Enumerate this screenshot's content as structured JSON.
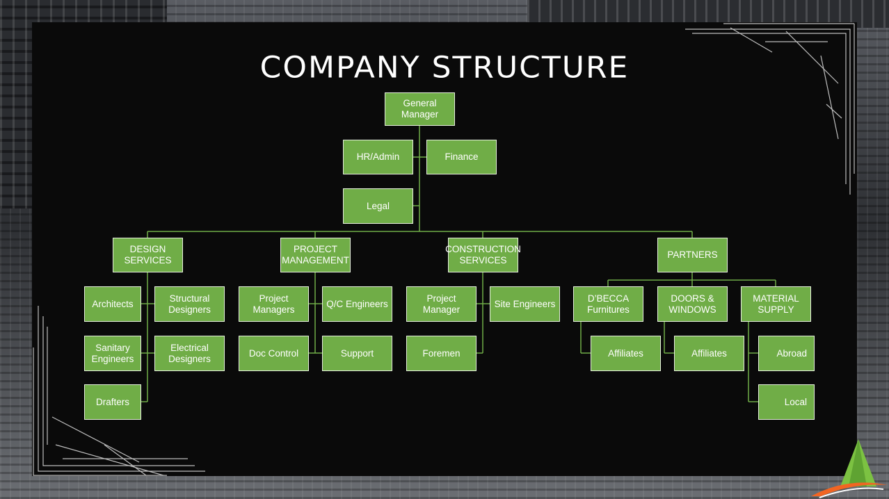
{
  "title": "COMPANY STRUCTURE",
  "colors": {
    "box": "#70ad47",
    "line": "#70ad47",
    "panel": "#0a0a0a"
  },
  "nodes": {
    "general_manager": "General\nManager",
    "hr_admin": "HR/Admin",
    "finance": "Finance",
    "legal": "Legal",
    "design_services": "DESIGN\nSERVICES",
    "project_management": "PROJECT\nMANAGEMENT",
    "construction_services": "CONSTRUCTION\nSERVICES",
    "partners": "PARTNERS",
    "architects": "Architects",
    "structural_designers": "Structural\nDesigners",
    "sanitary_engineers": "Sanitary\nEngineers",
    "electrical_designers": "Electrical\nDesigners",
    "drafters": "Drafters",
    "project_managers": "Project\nManagers",
    "qc_engineers": "Q/C Engineers",
    "doc_control": "Doc Control",
    "support": "Support",
    "project_manager": "Project\nManager",
    "site_engineers": "Site Engineers",
    "foremen": "Foremen",
    "dbecca_furnitures": "D’BECCA\nFurnitures",
    "doors_windows": "DOORS &\nWINDOWS",
    "material_supply": "MATERIAL\nSUPPLY",
    "affiliates_1": "Affiliates",
    "affiliates_2": "Affiliates",
    "abroad": "Abroad",
    "local": "Local"
  }
}
